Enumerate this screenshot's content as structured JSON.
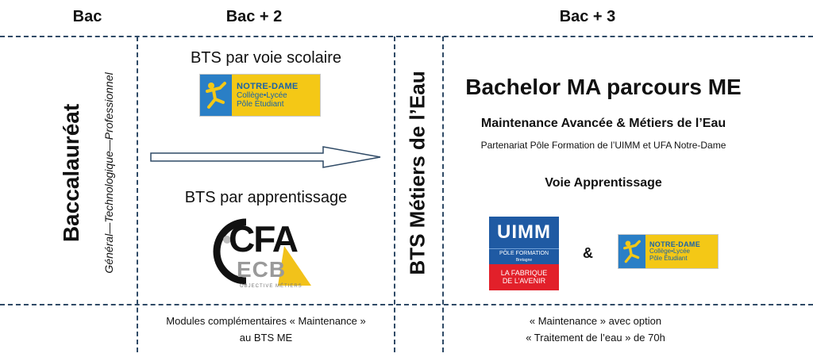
{
  "headers": {
    "bac": "Bac",
    "bac2": "Bac + 2",
    "bac3": "Bac + 3"
  },
  "bac_column": {
    "title": "Baccalauréat",
    "subtitle": "Général—Technologique—Professionnel"
  },
  "bac2_column": {
    "bts_school": "BTS par voie scolaire",
    "bts_apprentice": "BTS par apprentissage",
    "footer_line1": "Modules complémentaires « Maintenance »",
    "footer_line2": "au BTS ME"
  },
  "bts_column": {
    "title": "BTS Métiers de l’Eau"
  },
  "bac3_column": {
    "title": "Bachelor MA parcours ME",
    "subtitle": "Maintenance Avancée & Métiers de l’Eau",
    "partnership": "Partenariat Pôle Formation de l’UIMM et UFA Notre-Dame",
    "track": "Voie Apprentissage",
    "ampersand": "&",
    "footer_line1": "« Maintenance » avec option",
    "footer_line2": "« Traitement de l’eau » de 70h"
  },
  "logos": {
    "notre_dame": {
      "line1": "NOTRE-DAME",
      "line2": "Collège•Lycée",
      "line3": "Pôle Étudiant"
    },
    "cfa": {
      "main": "CFA",
      "sub": "ECB",
      "tagline": "OBJECTIVE MÉTIERS"
    },
    "uimm": {
      "name": "UIMM",
      "line1": "PÔLE FORMATION",
      "line2": "Bretagne",
      "line3": "LA FABRIQUE",
      "line4": "DE L’AVENIR"
    }
  },
  "colors": {
    "dash": "#2f4a66",
    "nd_blue": "#2a7fc6",
    "nd_yellow": "#f4c816",
    "uimm_blue": "#1f5aa3",
    "uimm_red": "#e2202a"
  }
}
